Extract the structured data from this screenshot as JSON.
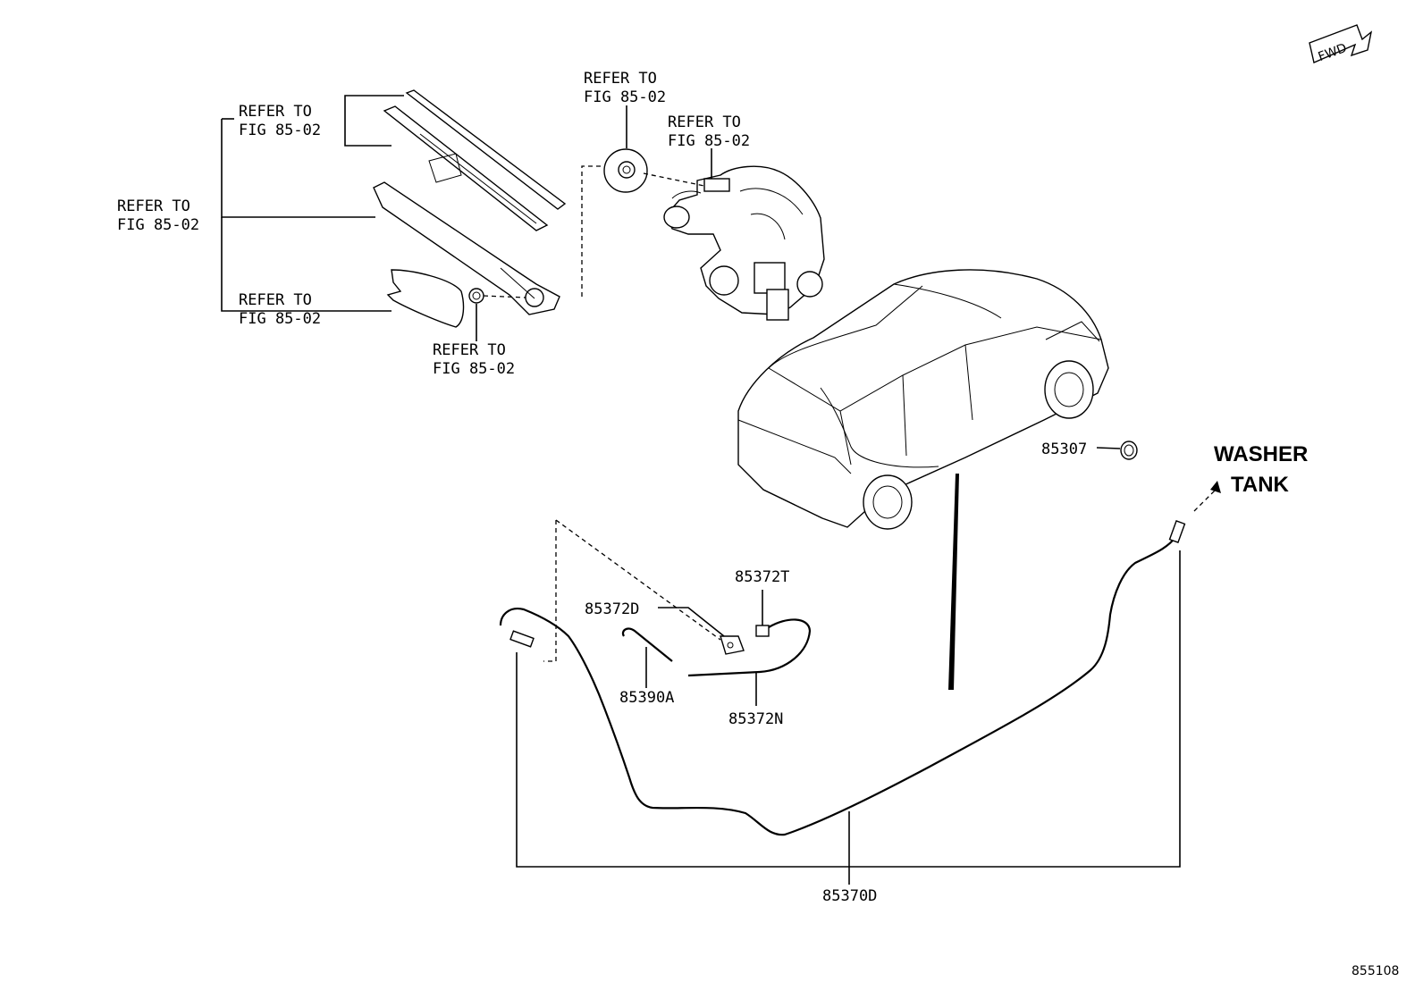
{
  "refer_label": "REFER TO FIG 85-02",
  "refer_labels": [
    {
      "id": "blade",
      "line1": "REFER TO",
      "line2": "FIG 85-02"
    },
    {
      "id": "arm",
      "line1": "REFER TO",
      "line2": "FIG 85-02"
    },
    {
      "id": "cap",
      "line1": "REFER TO",
      "line2": "FIG 85-02"
    },
    {
      "id": "nut",
      "line1": "REFER TO",
      "line2": "FIG 85-02"
    },
    {
      "id": "grommet",
      "line1": "REFER TO",
      "line2": "FIG 85-02"
    },
    {
      "id": "motor",
      "line1": "REFER TO",
      "line2": "FIG 85-02"
    }
  ],
  "parts": [
    {
      "id": "p85307",
      "number": "85307"
    },
    {
      "id": "p85372T",
      "number": "85372T"
    },
    {
      "id": "p85372D",
      "number": "85372D"
    },
    {
      "id": "p85390A",
      "number": "85390A"
    },
    {
      "id": "p85372N",
      "number": "85372N"
    },
    {
      "id": "p85370D",
      "number": "85370D"
    }
  ],
  "washer_tank": {
    "line1": "WASHER",
    "line2": "TANK"
  },
  "fwd_badge": "FWD",
  "figure_number": "855108",
  "colors": {
    "ink": "#000000",
    "paper": "#ffffff"
  }
}
